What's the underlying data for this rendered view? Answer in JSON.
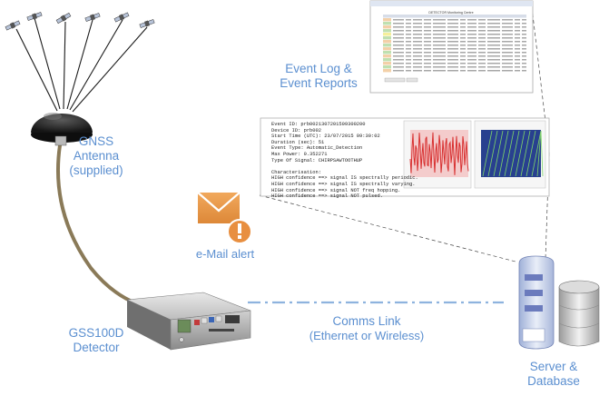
{
  "labels": {
    "antenna_title": "GNSS",
    "antenna_line2": "Antenna",
    "antenna_line3": "(supplied)",
    "detector_line1": "GSS100D",
    "detector_line2": "Detector",
    "email_alert": "e-Mail alert",
    "comms_line1": "Comms Link",
    "comms_line2": "(Ethernet or Wireless)",
    "event_line1": "Event Log &",
    "event_line2": "Event Reports",
    "server_line1": "Server &",
    "server_line2": "Database"
  },
  "event_log_window": {
    "title": "DETECTOR Monitoring Centre"
  },
  "event_report": {
    "lines": [
      "Event ID: prb0021307201509300200",
      "Device ID: prb002",
      "Start Time (UTC): 23/07/2015 09:30:02",
      "Duration (sec): 51",
      "Event Type: Automatic_Detection",
      "Max Power: 0.352271",
      "Type Of Signal: CHIRPSAWTOOTHUP",
      "",
      "Characterisation:",
      "HIGH confidence ==> signal IS spectrally periodic.",
      "HIGH confidence ==> signal IS spectrally varying.",
      "HIGH confidence ==> signal NOT freq hopping.",
      "HIGH confidence ==> signal NOT pulsed."
    ]
  },
  "colors": {
    "label_blue": "#5b8fd0",
    "email_orange": "#e8974a",
    "cable": "#8a7a58",
    "dashdot": "#8eb3de",
    "red_plot": "#d83030",
    "blue_plot": "#2040b0"
  },
  "icons": {
    "satellite": "satellite-icon",
    "antenna": "gnss-antenna-icon",
    "email": "email-alert-icon",
    "detector": "detector-unit-icon",
    "server": "server-icon",
    "database": "database-icon"
  }
}
